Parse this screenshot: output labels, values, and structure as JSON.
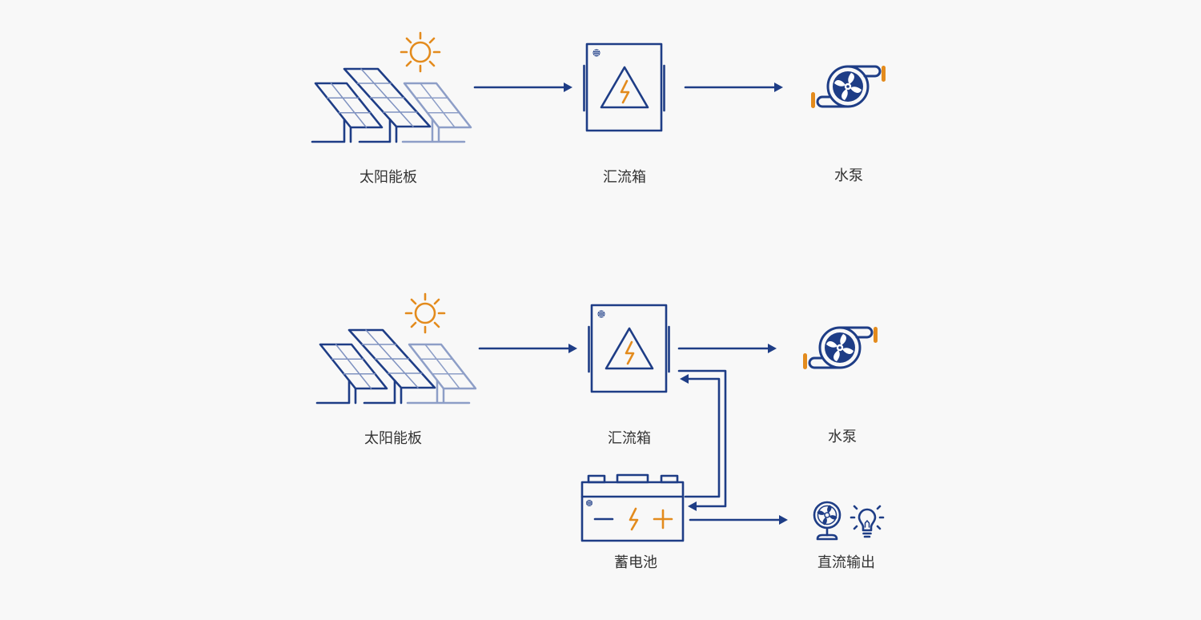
{
  "diagrams": [
    {
      "solar_panel_label": "太阳能板",
      "combiner_box_label": "汇流箱",
      "water_pump_label": "水泵"
    },
    {
      "solar_panel_label": "太阳能板",
      "combiner_box_label": "汇流箱",
      "water_pump_label": "水泵",
      "battery_label": "蓄电池",
      "dc_output_label": "直流输出"
    }
  ],
  "icons": {
    "sun": "sun-icon",
    "solar_panel": "solar-panel-icon",
    "combiner_box": "combiner-box-icon",
    "warning": "warning-triangle-icon",
    "lightning": "lightning-icon",
    "water_pump": "water-pump-icon",
    "battery": "battery-icon",
    "fan": "fan-icon",
    "light_bulb": "light-bulb-icon",
    "arrow": "arrow-right-icon"
  },
  "colors": {
    "primary": "#1e3d86",
    "secondary": "#8d9ec7",
    "panel_grid": "#7f92c0",
    "accent": "#e38b1d",
    "background": "#f8f8f8",
    "text": "#333333"
  }
}
